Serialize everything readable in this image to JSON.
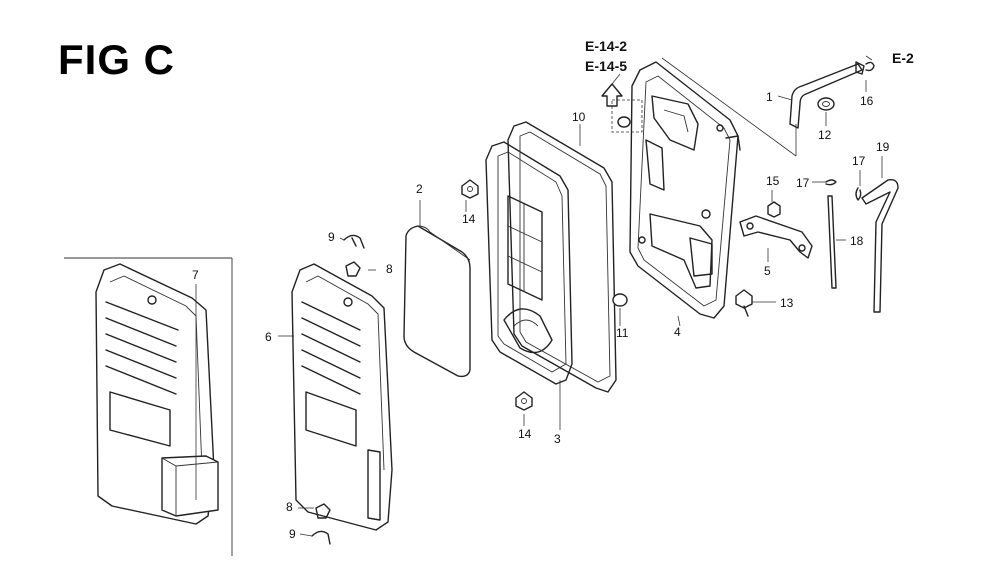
{
  "figure": {
    "title": "FIG C",
    "refs": {
      "r1": "E-14-2",
      "r2": "E-14-5",
      "r3": "E-2"
    }
  },
  "callouts": {
    "c1": "1",
    "c2": "2",
    "c3": "3",
    "c4": "4",
    "c5": "5",
    "c6": "6",
    "c7": "7",
    "c8a": "8",
    "c8b": "8",
    "c9a": "9",
    "c9b": "9",
    "c10": "10",
    "c11": "11",
    "c12": "12",
    "c13": "13",
    "c14a": "14",
    "c14b": "14",
    "c15": "15",
    "c16": "16",
    "c17a": "17",
    "c17b": "17",
    "c18": "18",
    "c19": "19"
  }
}
